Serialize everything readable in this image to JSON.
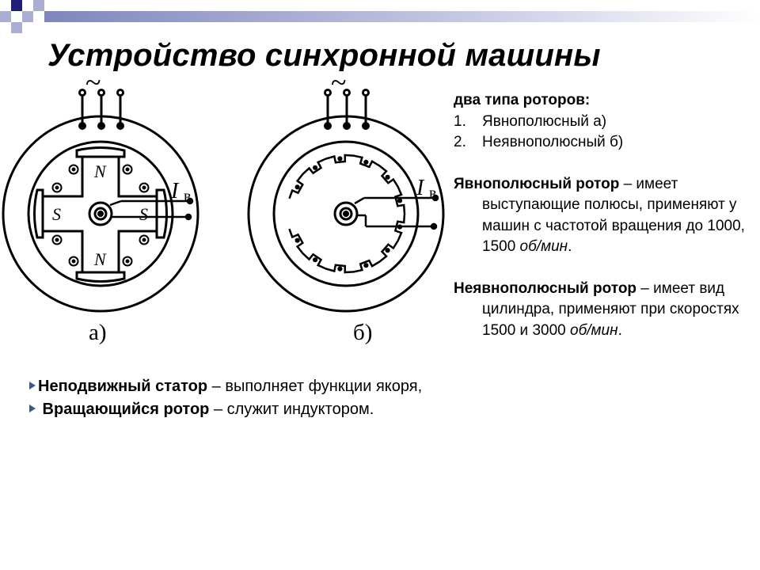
{
  "slide": {
    "title": "Устройство синхронной машины"
  },
  "diagrams": {
    "a": {
      "tilde": "~",
      "pole_top": "N",
      "pole_bottom": "N",
      "pole_left": "S",
      "pole_right": "S",
      "current_symbol": "I",
      "current_subscript": "в",
      "caption": "а)"
    },
    "b": {
      "tilde": "~",
      "current_symbol": "I",
      "current_subscript": "в",
      "caption": "б)"
    }
  },
  "right_text": {
    "heading": "два типа роторов:",
    "list": [
      {
        "num": "1.",
        "text": "Явнополюсный а)"
      },
      {
        "num": "2.",
        "text": "Неявнополюсный б)"
      }
    ],
    "p1_bold": "Явнополюсный ротор",
    "p1_text": " – имеет выступающие полюсы, применяют у машин с частотой вращения до 1000, 1500 ",
    "p1_unit": "об/мин",
    "p1_end": ".",
    "p2_bold": "Неявнополюсный ротор",
    "p2_text": " – имеет вид цилиндра, применяют при скоростях 1500 и 3000 ",
    "p2_unit": "об/мин",
    "p2_end": "."
  },
  "bottom_text": {
    "item1_bold": "Неподвижный статор",
    "item1_text": " – выполняет функции якоря,",
    "item2_bold": " Вращающийся ротор",
    "item2_text": " – служит индуктором."
  },
  "colors": {
    "accent_dark": "#1f1f7a",
    "accent_light": "#a9aed2",
    "bullet": "#3b5a8a"
  }
}
